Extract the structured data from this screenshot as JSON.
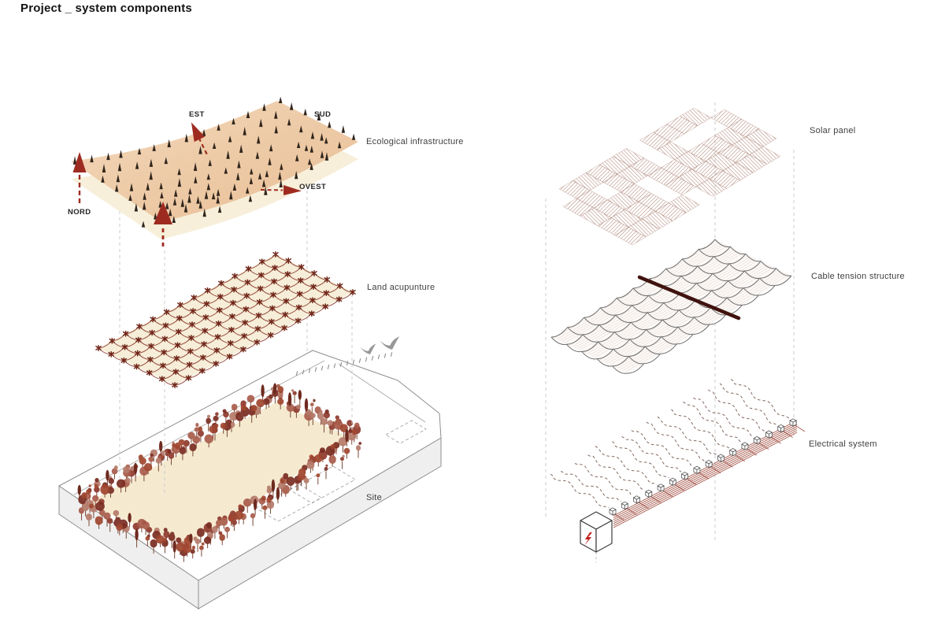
{
  "page": {
    "title": "Project _ system components"
  },
  "left_column": {
    "layers": [
      {
        "label": "Ecological infrastructure"
      },
      {
        "label": "Land acupunture"
      },
      {
        "label": "Site"
      }
    ],
    "compass": {
      "nord": "NORD",
      "est": "EST",
      "sud": "SUD",
      "ovest": "OVEST"
    }
  },
  "right_column": {
    "layers": [
      {
        "label": "Solar panel"
      },
      {
        "label": "Cable tension structure"
      },
      {
        "label": "Electrical system"
      }
    ]
  },
  "colors": {
    "arrow_red": "#9e2b20",
    "surface_peach_light": "#f4dcc0",
    "surface_peach": "#e8bd93",
    "surface_cream": "#f7efda",
    "tree_cone": "#30251c",
    "acupuncture_red": "#8e3a2d",
    "acupuncture_node": "#6f2619",
    "acupuncture_base": "#f6eed8",
    "site_stroke": "#8f8f8f",
    "site_side": "#efefef",
    "site_cream": "#f5ead0",
    "tree_palette": [
      "#8e3a2d",
      "#a85c4b",
      "#b47a69",
      "#7a2d22",
      "#a0452f"
    ],
    "trunk": "#7a4a38",
    "cypress": "#6e2a1f",
    "bird_gray": "#98989a",
    "solar_hatch": "#ab7e70",
    "solar_cell_edge": "#b08a7c",
    "cable_gray": "#6e6e6e",
    "cable_fabric": "#e0d2cb",
    "cable_base": "#fcf9f7",
    "cable_bar": "#40130e",
    "electric_red": "#a5564a",
    "electric_dash": "#82695e",
    "box_stroke": "#555555",
    "cube_stroke": "#3c3c3c",
    "bolt_red": "#c2201a",
    "guide": "#cbcbcb"
  }
}
